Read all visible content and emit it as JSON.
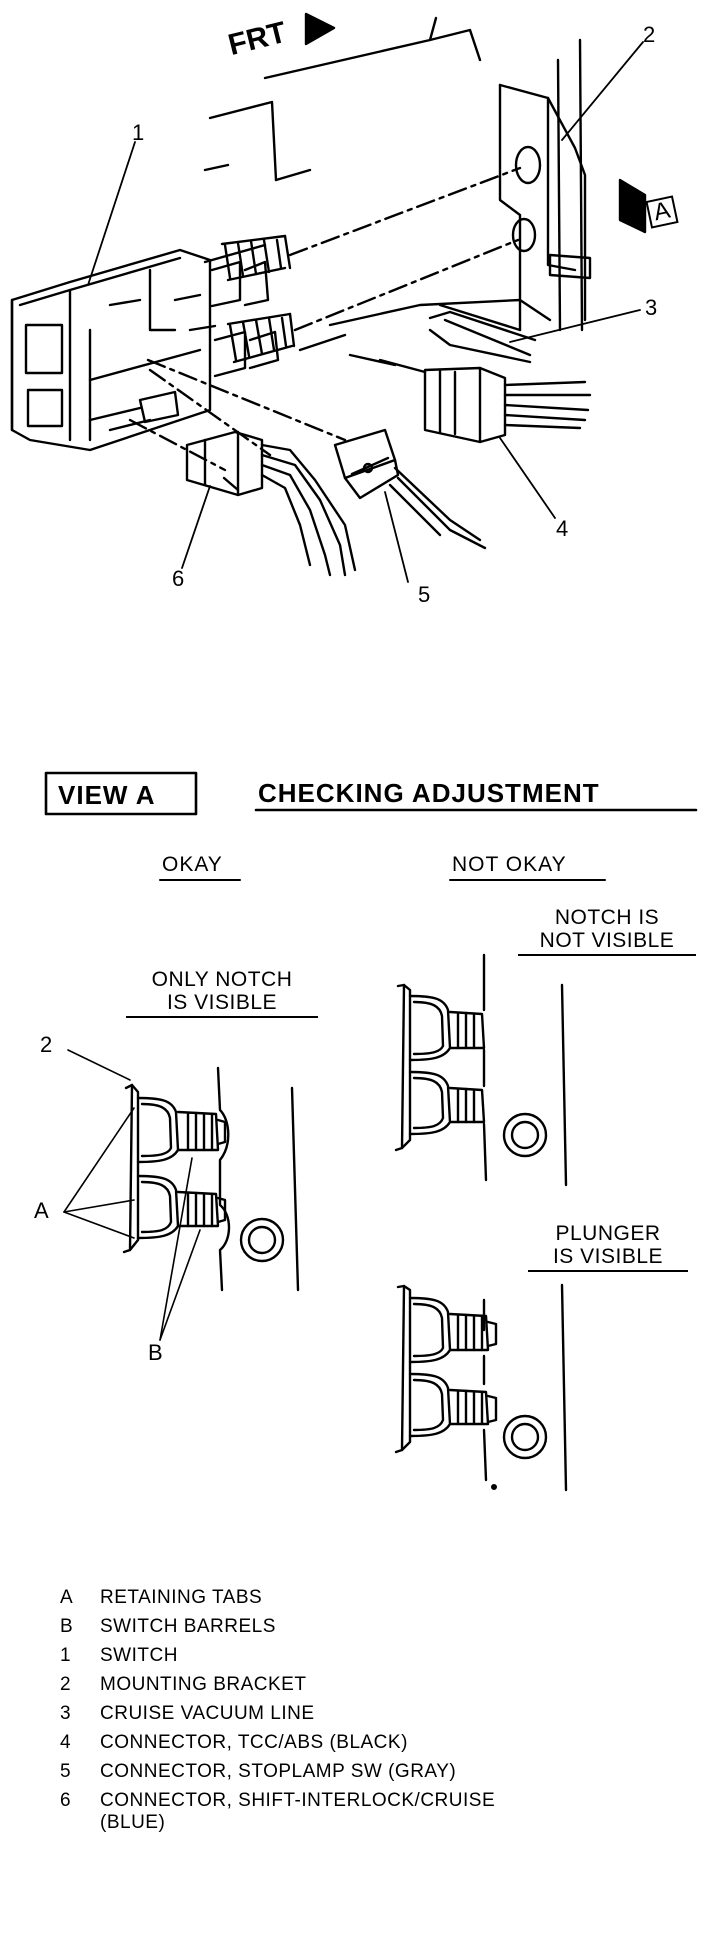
{
  "main_view": {
    "direction_label": "FRT",
    "view_arrow_label": "A",
    "callouts": [
      "1",
      "2",
      "3",
      "4",
      "5",
      "6"
    ]
  },
  "view_a": {
    "view_label": "VIEW A",
    "title": "CHECKING ADJUSTMENT",
    "okay_heading": "OKAY",
    "not_okay_heading": "NOT OKAY",
    "okay_caption": "ONLY NOTCH\nIS VISIBLE",
    "notch_caption": "NOTCH IS\nNOT VISIBLE",
    "plunger_caption": "PLUNGER\nIS VISIBLE",
    "callout_bracket": "2",
    "callout_tabs": "A",
    "callout_barrels": "B"
  },
  "legend": [
    {
      "key": "A",
      "text": "RETAINING TABS"
    },
    {
      "key": "B",
      "text": "SWITCH BARRELS"
    },
    {
      "key": "1",
      "text": "SWITCH"
    },
    {
      "key": "2",
      "text": "MOUNTING BRACKET"
    },
    {
      "key": "3",
      "text": "CRUISE VACUUM LINE"
    },
    {
      "key": "4",
      "text": "CONNECTOR, TCC/ABS (BLACK)"
    },
    {
      "key": "5",
      "text": "CONNECTOR, STOPLAMP SW (GRAY)"
    },
    {
      "key": "6",
      "text": "CONNECTOR, SHIFT-INTERLOCK/CRUISE\n(BLUE)"
    }
  ]
}
